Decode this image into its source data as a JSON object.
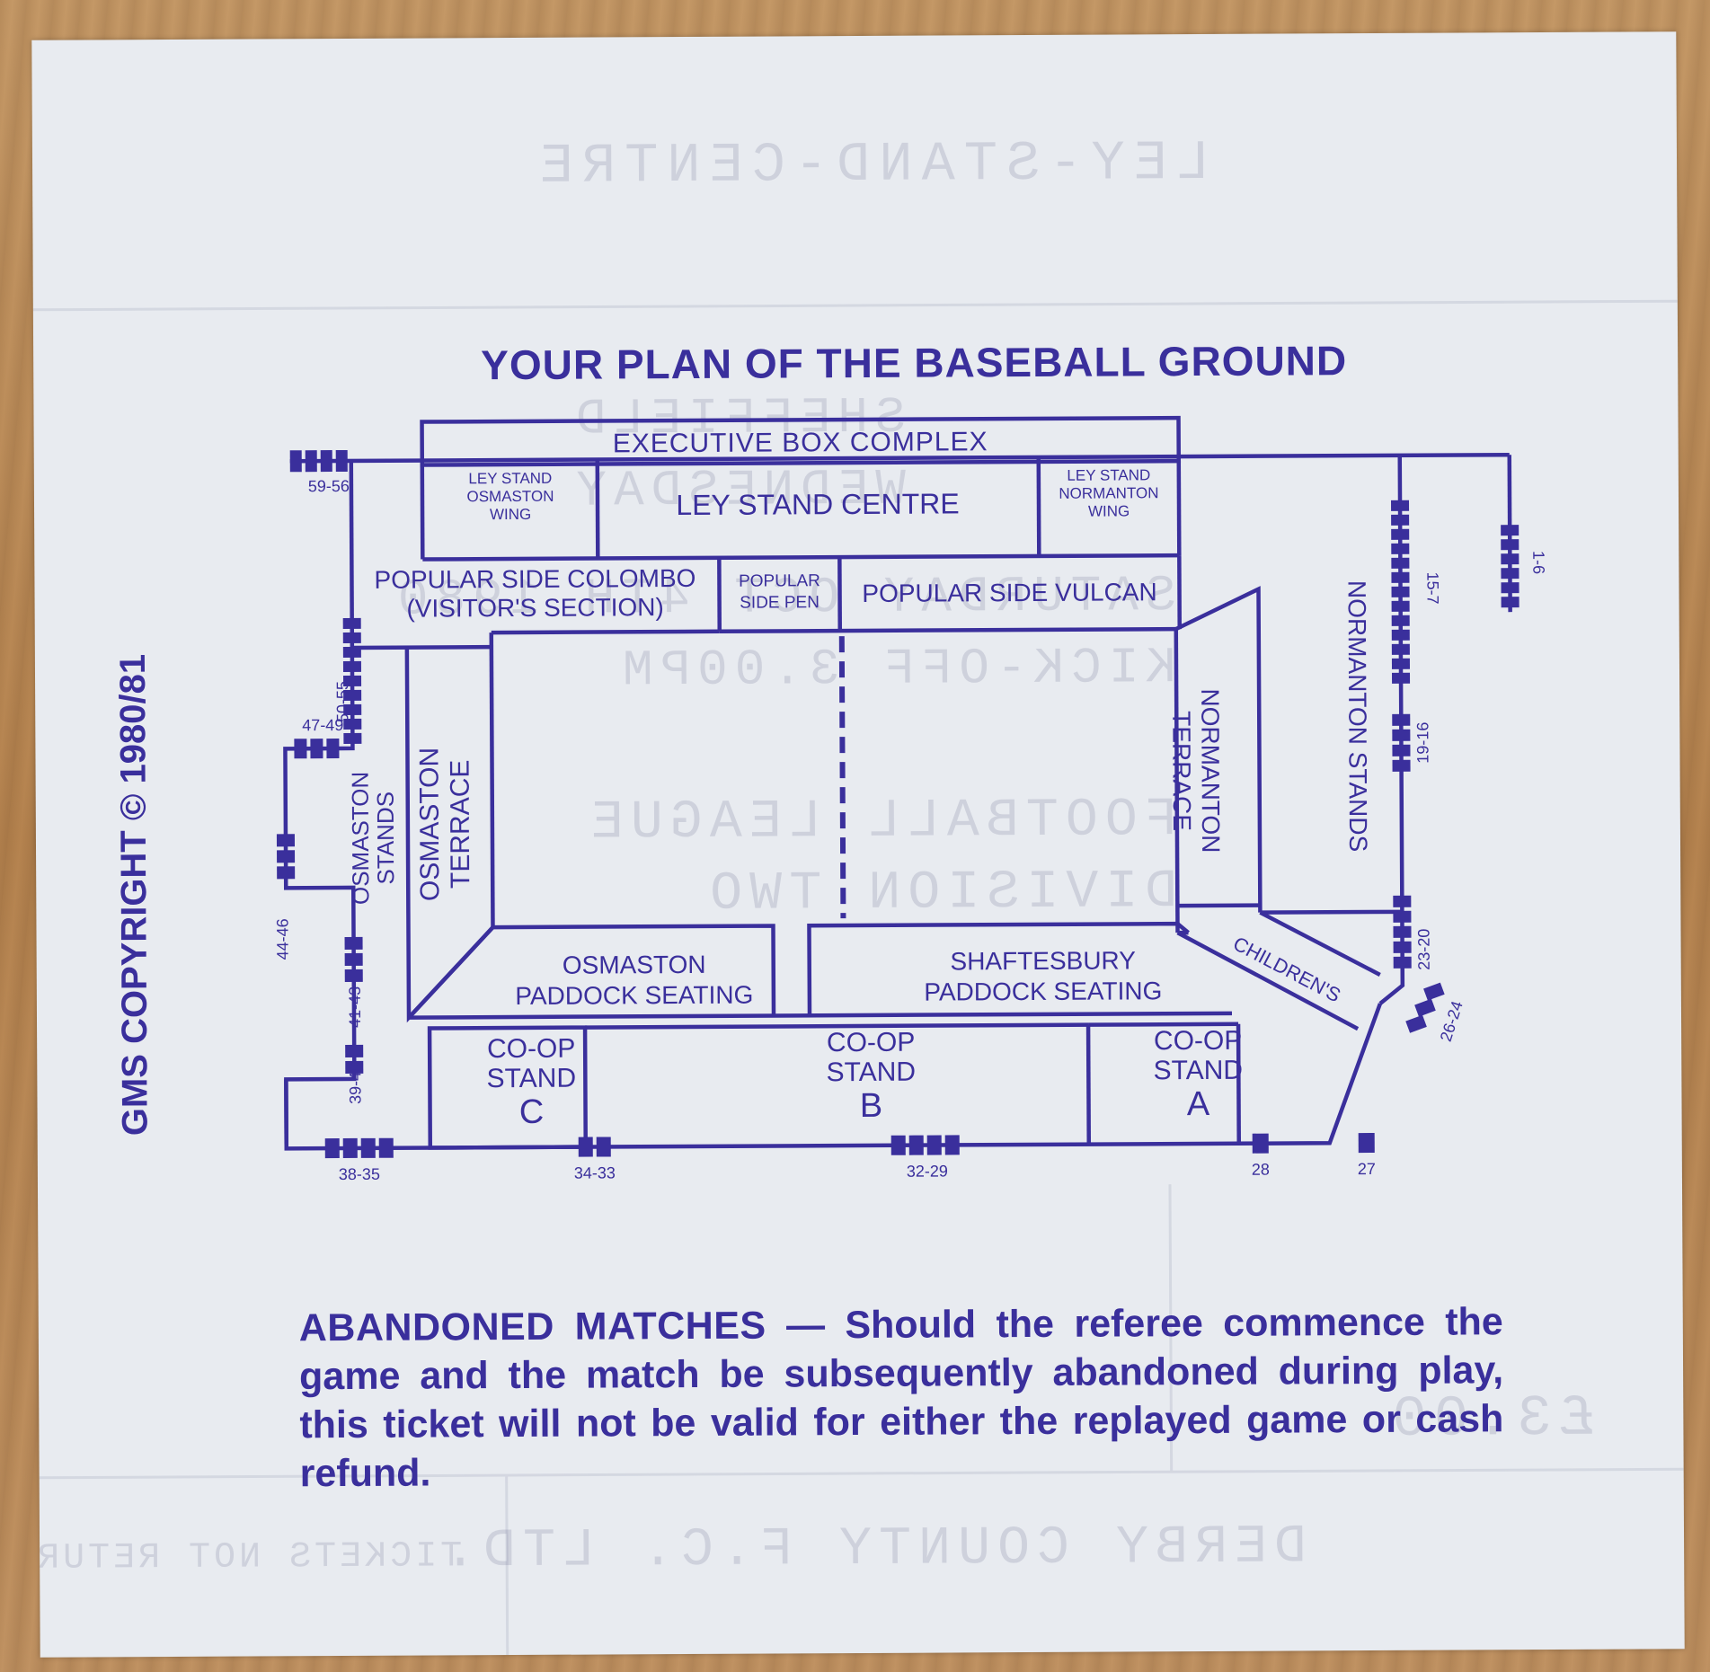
{
  "ticket": {
    "plan_title": "YOUR PLAN OF THE BASEBALL GROUND",
    "copyright": "GMS COPYRIGHT © 1980/81",
    "areas": {
      "executive_box": "EXECUTIVE  BOX  COMPLEX",
      "ley_osmaston_1": "LEY STAND",
      "ley_osmaston_2": "OSMASTON",
      "ley_osmaston_3": "WING",
      "ley_centre": "LEY STAND CENTRE",
      "ley_normanton_1": "LEY STAND",
      "ley_normanton_2": "NORMANTON",
      "ley_normanton_3": "WING",
      "colombo_1": "POPULAR SIDE COLOMBO",
      "colombo_2": "(VISITOR'S SECTION)",
      "pen_1": "POPULAR",
      "pen_2": "SIDE PEN",
      "vulcan": "POPULAR SIDE VULCAN",
      "osmaston_stands_1": "OSMASTON",
      "osmaston_stands_2": "STANDS",
      "osmaston_terrace_1": "OSMASTON",
      "osmaston_terrace_2": "TERRACE",
      "normanton_terrace_1": "NORMANTON",
      "normanton_terrace_2": "TERRACE",
      "normanton_stands": "NORMANTON STANDS",
      "childrens": "CHILDREN'S",
      "osmaston_paddock_1": "OSMASTON",
      "osmaston_paddock_2": "PADDOCK SEATING",
      "shaftesbury_1": "SHAFTESBURY",
      "shaftesbury_2": "PADDOCK SEATING",
      "coop_c_1": "CO-OP",
      "coop_c_2": "STAND",
      "coop_c_3": "C",
      "coop_b_1": "CO-OP",
      "coop_b_2": "STAND",
      "coop_b_3": "B",
      "coop_a_1": "CO-OP",
      "coop_a_2": "STAND",
      "coop_a_3": "A"
    },
    "turnstiles": {
      "t59_56": "59-56",
      "t50_55": "50-55",
      "t47_49": "47-49",
      "t44_46": "44-46",
      "t41_43": "41-43",
      "t39_40": "39-40",
      "t38_35": "38-35",
      "t34_33": "34-33",
      "t32_29": "32-29",
      "t28": "28",
      "t27": "27",
      "t26_24": "26-24",
      "t23_20": "23-20",
      "t19_16": "19-16",
      "t15_7": "15-7",
      "t1_6": "1-6"
    },
    "notice": {
      "heading": "ABANDONED MATCHES",
      "dash": " — ",
      "body": "Should the referee commence the game and the match be subsequently abandoned during play, this ticket will not be valid for either the replayed game or cash refund."
    },
    "bleed_through": {
      "line1": "LEY-STAND-CENTRE",
      "line2": "SHEFFIELD",
      "line3": "WEDNESDAY",
      "line4": "SATURDAY OCT 4TH 1980",
      "line5": "KICK-OFF 3.00PM",
      "line6": "FOOTBALL LEAGUE",
      "line7": "DIVISION TWO",
      "line8": "£3.00",
      "line9": "DERBY COUNTY F.C. LTD.",
      "line10": "TICKETS NOT RETURNED"
    }
  }
}
